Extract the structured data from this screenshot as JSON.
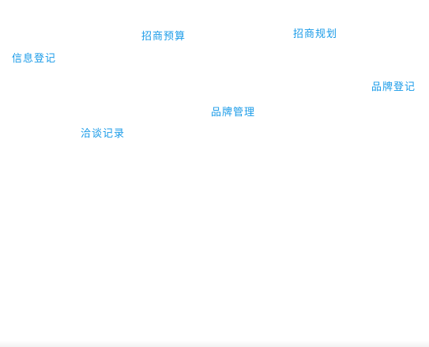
{
  "colors": {
    "tag_text": "#1a9be8",
    "background": "#ffffff"
  },
  "tag_cloud": {
    "items": [
      {
        "label": "招商预算"
      },
      {
        "label": "招商规划"
      },
      {
        "label": "信息登记"
      },
      {
        "label": "品牌登记"
      },
      {
        "label": "品牌管理"
      },
      {
        "label": "洽谈记录"
      }
    ]
  }
}
